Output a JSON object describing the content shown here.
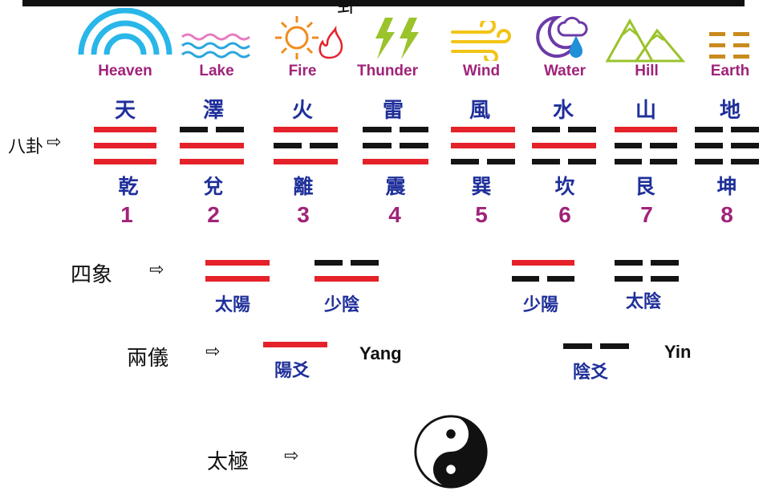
{
  "title_fragment": "卦",
  "trigrams": [
    {
      "english": "Heaven",
      "element": "天",
      "name": "乾",
      "number": "1",
      "lines": [
        "yang",
        "yang",
        "yang"
      ]
    },
    {
      "english": "Lake",
      "element": "澤",
      "name": "兌",
      "number": "2",
      "lines": [
        "yin",
        "yang",
        "yang"
      ]
    },
    {
      "english": "Fire",
      "element": "火",
      "name": "離",
      "number": "3",
      "lines": [
        "yang",
        "yin",
        "yang"
      ]
    },
    {
      "english": "Thunder",
      "element": "雷",
      "name": "震",
      "number": "4",
      "lines": [
        "yin",
        "yin",
        "yang"
      ]
    },
    {
      "english": "Wind",
      "element": "風",
      "name": "巽",
      "number": "5",
      "lines": [
        "yang",
        "yang",
        "yin"
      ]
    },
    {
      "english": "Water",
      "element": "水",
      "name": "坎",
      "number": "6",
      "lines": [
        "yin",
        "yang",
        "yin"
      ]
    },
    {
      "english": "Hill",
      "element": "山",
      "name": "艮",
      "number": "7",
      "lines": [
        "yang",
        "yin",
        "yin"
      ]
    },
    {
      "english": "Earth",
      "element": "地",
      "name": "坤",
      "number": "8",
      "lines": [
        "yin",
        "yin",
        "yin"
      ]
    }
  ],
  "bagua_label": "八卦",
  "sixiang_label": "四象",
  "sixiang": [
    {
      "name": "太陽"
    },
    {
      "name": "少陰"
    },
    {
      "name": "少陽"
    },
    {
      "name": "太陰"
    }
  ],
  "liangyi_label": "兩儀",
  "liangyi": [
    {
      "name": "陽爻",
      "english": "Yang"
    },
    {
      "name": "陰爻",
      "english": "Yin"
    }
  ],
  "taiji_label": "太極",
  "arrow_glyph": "⇨",
  "colors": {
    "yang": "#e52229",
    "yin": "#141414",
    "english_text": "#a0237a",
    "chinese_text": "#1f2f9a"
  },
  "icons": [
    "heaven-arcs-icon",
    "lake-waves-icon",
    "fire-sun-icon",
    "thunder-bolt-icon",
    "wind-icon",
    "water-moon-drop-icon",
    "hill-mountains-icon",
    "earth-lines-icon",
    "taiji-yin-yang-icon"
  ]
}
